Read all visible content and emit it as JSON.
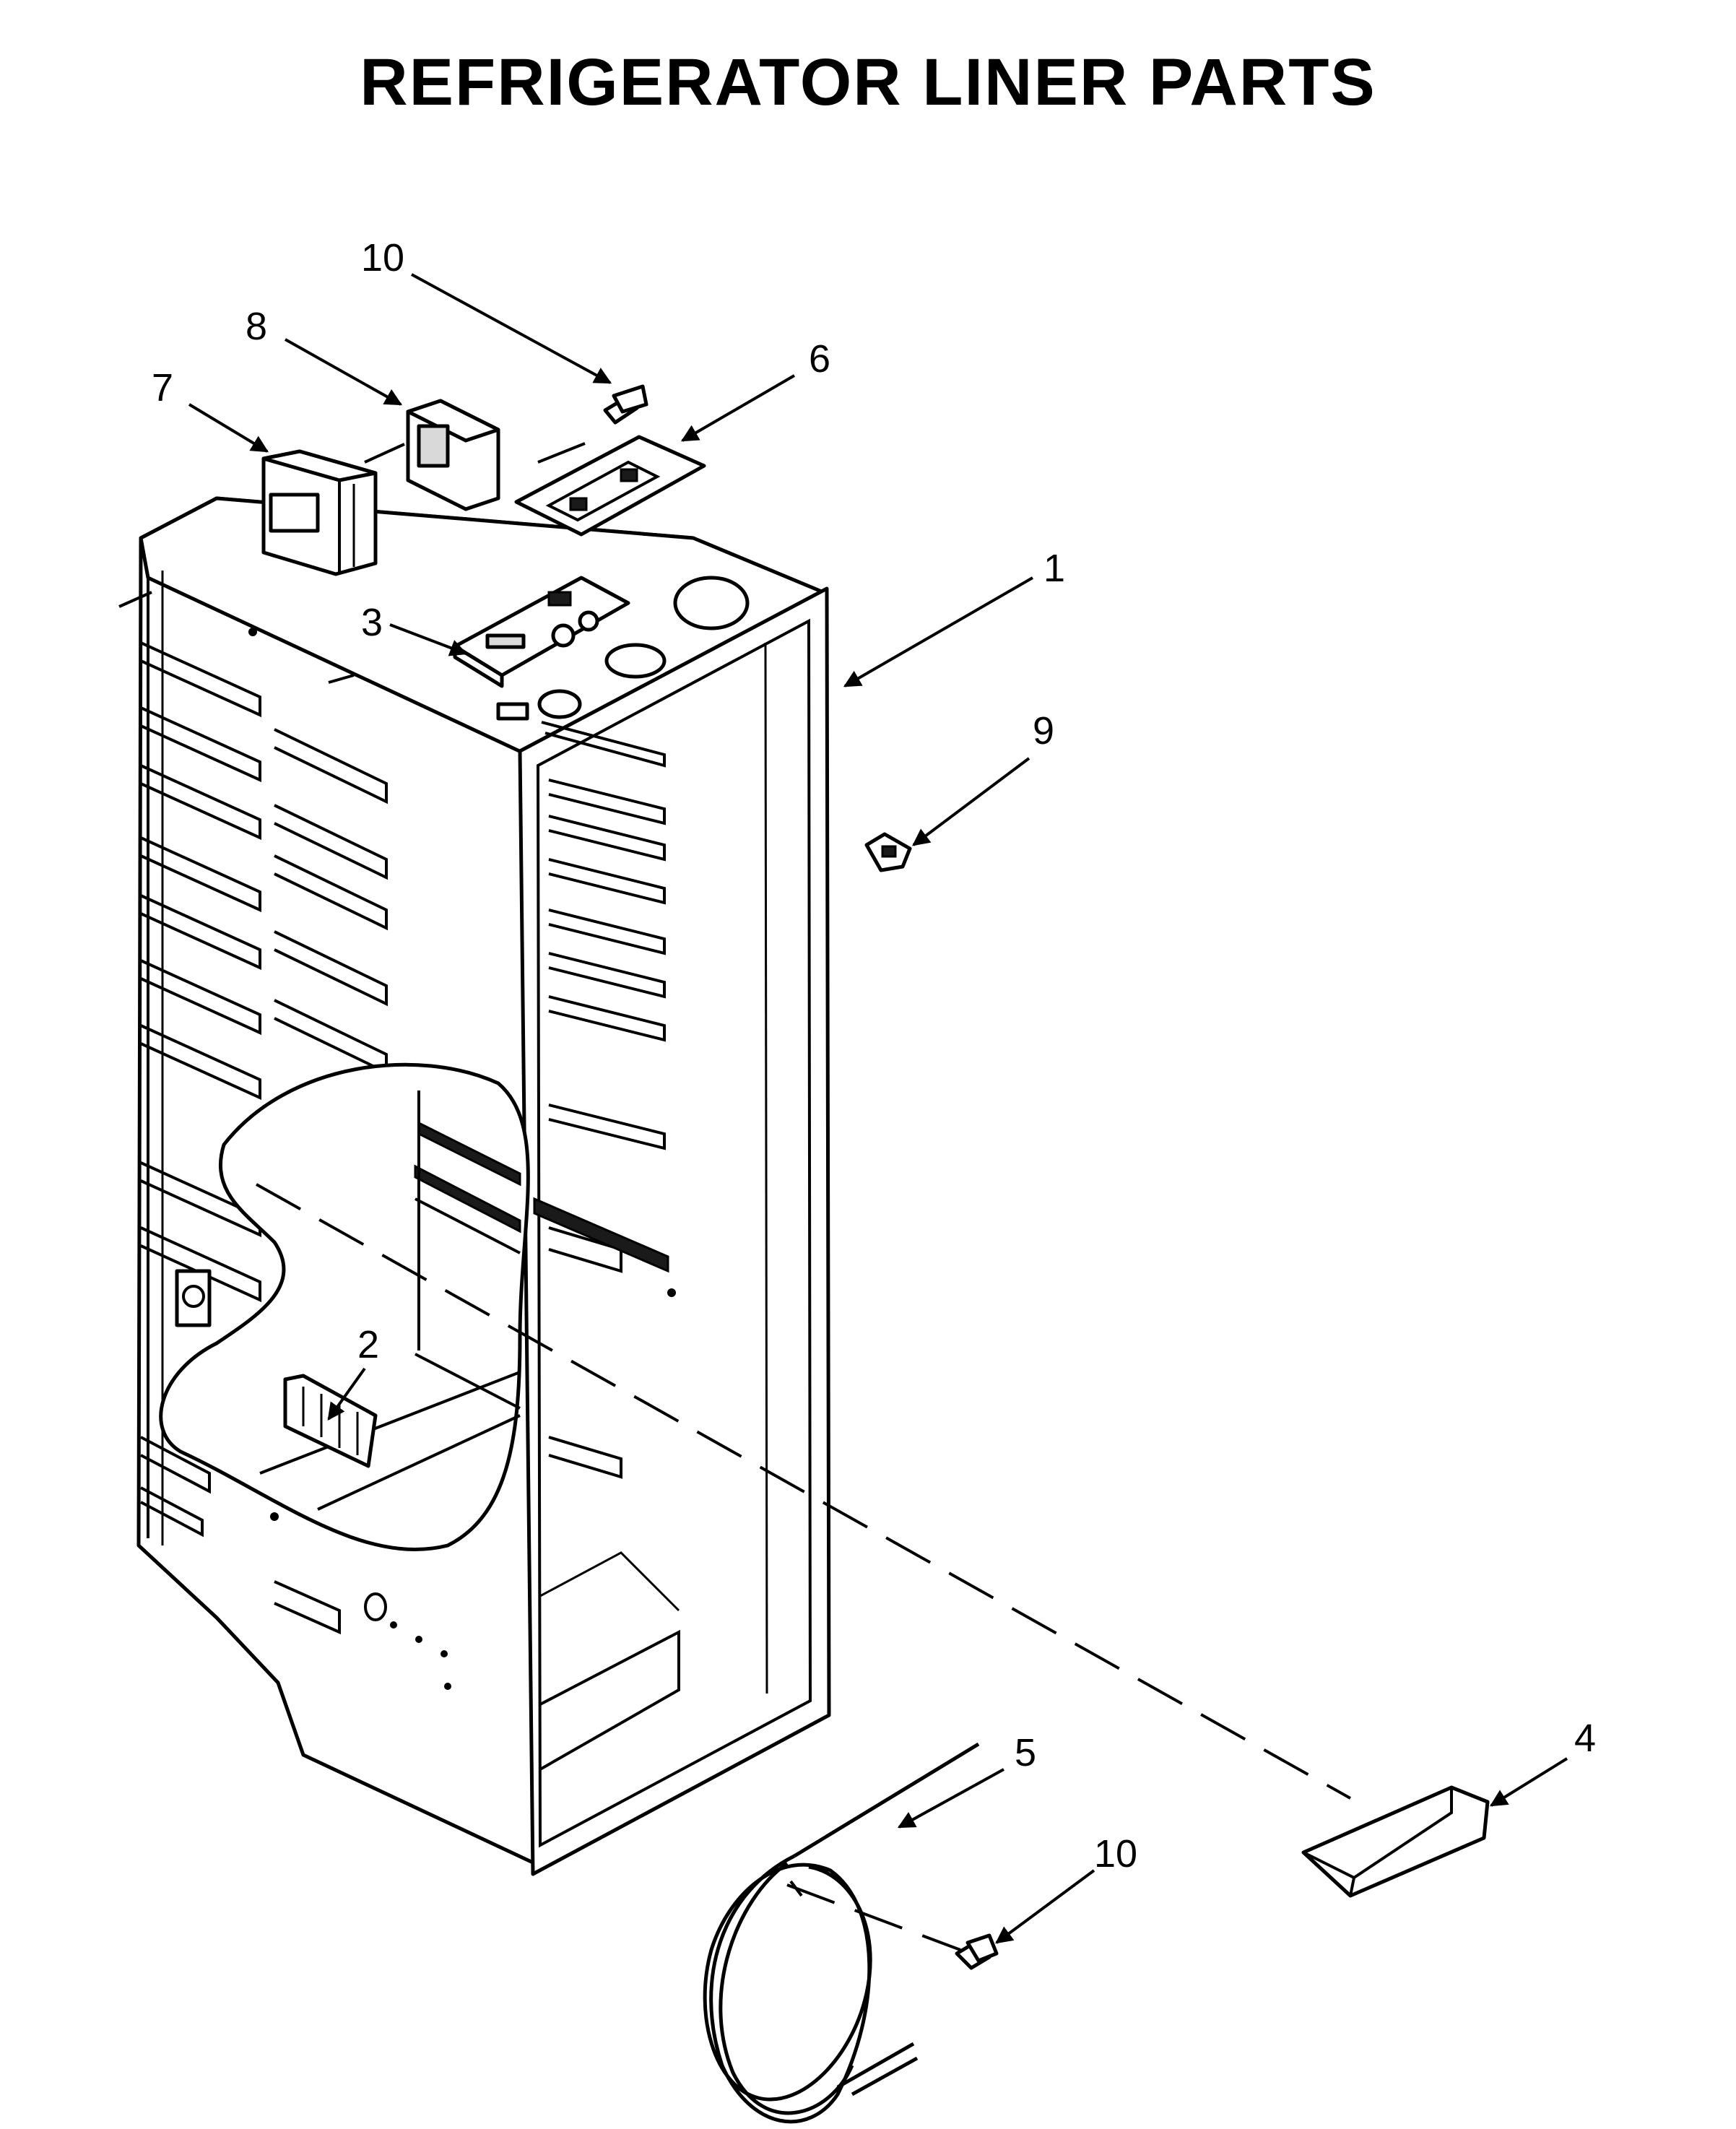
{
  "title": "REFRIGERATOR LINER PARTS",
  "callouts": [
    {
      "id": "1",
      "label": "1"
    },
    {
      "id": "2",
      "label": "2"
    },
    {
      "id": "3",
      "label": "3"
    },
    {
      "id": "4",
      "label": "4"
    },
    {
      "id": "5",
      "label": "5"
    },
    {
      "id": "6",
      "label": "6"
    },
    {
      "id": "7",
      "label": "7"
    },
    {
      "id": "8",
      "label": "8"
    },
    {
      "id": "9",
      "label": "9"
    },
    {
      "id": "10a",
      "label": "10"
    },
    {
      "id": "10b",
      "label": "10"
    }
  ]
}
